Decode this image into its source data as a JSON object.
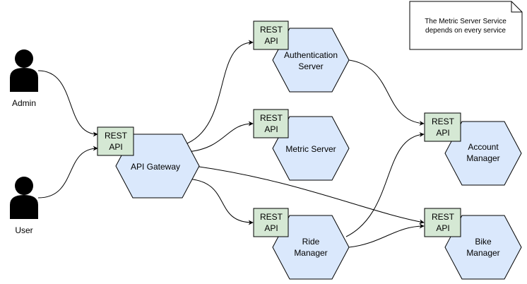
{
  "actors": {
    "admin": "Admin",
    "user": "User"
  },
  "services": {
    "gateway": "API Gateway",
    "auth_line1": "Authentication",
    "auth_line2": "Server",
    "metric": "Metric Server",
    "ride_line1": "Ride",
    "ride_line2": "Manager",
    "account_line1": "Account",
    "account_line2": "Manager",
    "bike_line1": "Bike",
    "bike_line2": "Manager"
  },
  "api_box": {
    "line1": "REST",
    "line2": "API"
  },
  "note": {
    "line1": "The Metric Server Service",
    "line2": "depends on every service"
  },
  "colors": {
    "service_fill": "#dae8fc",
    "api_fill": "#d5e8d4",
    "stroke": "#000000"
  }
}
